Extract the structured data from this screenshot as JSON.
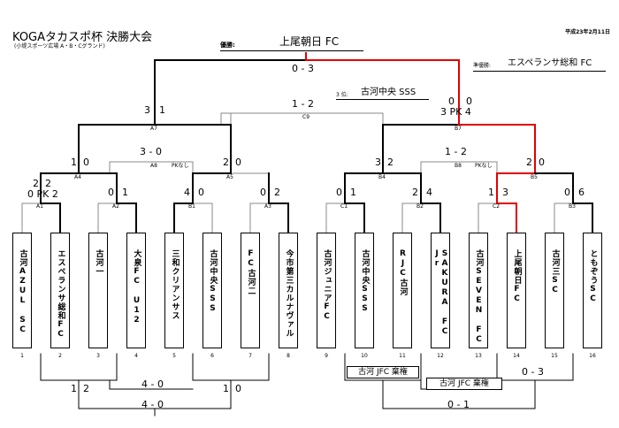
{
  "header": {
    "title": "KOGAタカスポ杯  決勝大会",
    "venue": "(小堤スポーツ広場  A・B・Cグランド)",
    "date": "平成23年2月11日"
  },
  "champion": {
    "label": "優勝:",
    "name": "上尾朝日 FC"
  },
  "runner_up": {
    "label": "準優勝:",
    "name": "エスペランサ総和 FC"
  },
  "third": {
    "label": "3 位:",
    "name": "古河中央 SSS"
  },
  "final": {
    "score": "0 - 3"
  },
  "third_place_match": {
    "score": "1 - 2",
    "code": "C9"
  },
  "teams": [
    {
      "num": "1",
      "name": "古河AZUL SC"
    },
    {
      "num": "2",
      "name": "エスペランサ総和FC"
    },
    {
      "num": "3",
      "name": "古河一"
    },
    {
      "num": "4",
      "name": "大泉FC U12"
    },
    {
      "num": "5",
      "name": "三和クリアンサス"
    },
    {
      "num": "6",
      "name": "古河中央SSS"
    },
    {
      "num": "7",
      "name": "FC古河二"
    },
    {
      "num": "8",
      "name": "今市第三カルナヴァル"
    },
    {
      "num": "9",
      "name": "古河ジュニアFC"
    },
    {
      "num": "10",
      "name": "古河中央SSS"
    },
    {
      "num": "11",
      "name": "RJC古河"
    },
    {
      "num": "12",
      "name": "SAKURA FC Jr"
    },
    {
      "num": "13",
      "name": "古河SEVEN FC"
    },
    {
      "num": "14",
      "name": "上尾朝日FC"
    },
    {
      "num": "15",
      "name": "古河三SC"
    },
    {
      "num": "16",
      "name": "ともぞうSC"
    }
  ],
  "matches": {
    "A1": {
      "code": "A1",
      "left": "2",
      "right": "2",
      "pk": "0 PK 2"
    },
    "A2": {
      "code": "A2",
      "left": "0",
      "right": "1"
    },
    "B1": {
      "code": "B1",
      "left": "4",
      "right": "0"
    },
    "A3": {
      "code": "A3",
      "left": "0",
      "right": "2"
    },
    "C1": {
      "code": "C1",
      "left": "0",
      "right": "1"
    },
    "B2": {
      "code": "B2",
      "left": "2",
      "right": "4"
    },
    "C2": {
      "code": "C2",
      "left": "1",
      "right": "3"
    },
    "B3": {
      "code": "B3",
      "left": "0",
      "right": "6"
    },
    "A4": {
      "code": "A4",
      "left": "1",
      "right": "0"
    },
    "A5": {
      "code": "A5",
      "left": "2",
      "right": "0"
    },
    "A8": {
      "code": "A8",
      "score": "3 - 0",
      "note": "PKなし"
    },
    "B4": {
      "code": "B4",
      "left": "3",
      "right": "2"
    },
    "B5": {
      "code": "B5",
      "left": "2",
      "right": "0"
    },
    "B8": {
      "code": "B8",
      "score": "1 - 2",
      "note": "PKなし"
    },
    "A7": {
      "code": "A7",
      "left": "3",
      "right": "1"
    },
    "B7": {
      "code": "B7",
      "left": "0",
      "right": "0",
      "pk": "3 PK 4"
    }
  },
  "consolation": {
    "left": {
      "s1": "1",
      "s2": "2",
      "s3": "1",
      "s4": "0",
      "score_mid": "4 - 0",
      "score_bottom": "4 - 0"
    },
    "right": {
      "forfeit1": "古河 JFC 棄権",
      "forfeit2": "古河 JFC 棄権",
      "score_mid": "0 - 3",
      "score_bottom": "0 - 1"
    }
  },
  "colors": {
    "winner_path": "#e00000",
    "line": "#000000",
    "thin": "#888888"
  }
}
